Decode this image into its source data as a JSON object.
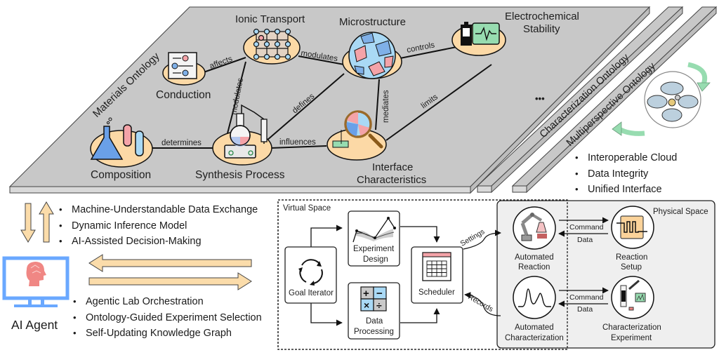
{
  "materials_ontology": {
    "plane_label": "Materials Ontology",
    "nodes": {
      "conduction": "Conduction",
      "ionic_transport": "Ionic Transport",
      "microstructure": "Microstructure",
      "electrochemical_stability_line1": "Electrochemical",
      "electrochemical_stability_line2": "Stability",
      "composition": "Composition",
      "synthesis_process": "Synthesis Process",
      "interface_line1": "Interface",
      "interface_line2": "Characteristics"
    },
    "edges": {
      "affects": "affects",
      "modulates_ionic_micro": "modulates",
      "controls": "controls",
      "modulates_synth_ionic": "modulates",
      "defines": "defines",
      "mediates": "mediates",
      "limits": "limits",
      "determines": "determines",
      "influences": "influences"
    }
  },
  "other_ontologies": {
    "ellipsis": "•••",
    "characterization": "Characterization Ontology",
    "multiperspective": "Multiperspective Ontology"
  },
  "cloud_features": [
    "Interoperable Cloud",
    "Data Integrity",
    "Unified Interface"
  ],
  "exchange_features": [
    "Machine-Understandable Data Exchange",
    "Dynamic Inference Model",
    "AI-Assisted Decision-Making"
  ],
  "agent_features": [
    "Agentic Lab Orchestration",
    "Ontology-Guided Experiment Selection",
    "Self-Updating Knowledge Graph"
  ],
  "ai_agent": {
    "title": "AI Agent"
  },
  "virtual_space": {
    "title": "Virtual Space",
    "goal_iterator": "Goal Iterator",
    "experiment_design_line1": "Experiment",
    "experiment_design_line2": "Design",
    "data_processing_line1": "Data",
    "data_processing_line2": "Processing",
    "scheduler": "Scheduler",
    "settings": "Settings",
    "records": "Records"
  },
  "physical_space": {
    "title": "Physical Space",
    "automated_reaction_line1": "Automated",
    "automated_reaction_line2": "Reaction",
    "reaction_setup_line1": "Reaction",
    "reaction_setup_line2": "Setup",
    "automated_char_line1": "Automated",
    "automated_char_line2": "Characterization",
    "char_experiment_line1": "Characterization",
    "char_experiment_line2": "Experiment",
    "command": "Command",
    "data": "Data"
  },
  "colors": {
    "plane": "#c9c9c9",
    "plane_edge": "#b4b4b4",
    "node_fill": "#fcd9a6",
    "arrow_fill": "#fbdcaa",
    "green": "#97dcb0",
    "blue": "#6aa8ff",
    "pink": "#f4a3a8",
    "light_blue": "#a9d9f5",
    "physical_bg": "#efefef"
  }
}
